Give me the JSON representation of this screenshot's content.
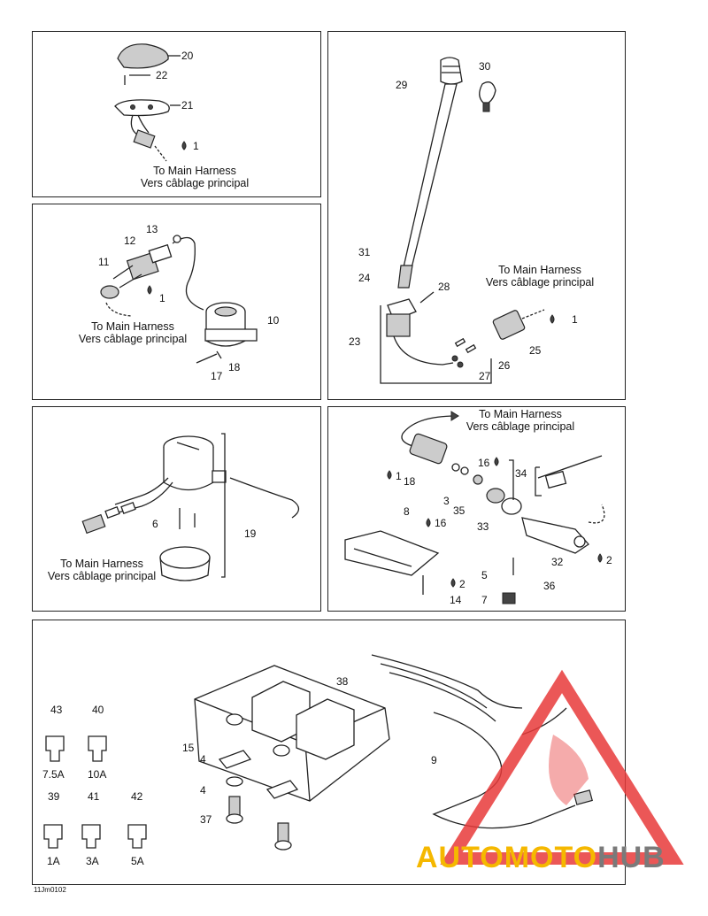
{
  "panels": {
    "p1": {
      "parts": [
        "20",
        "22",
        "21"
      ],
      "drop": "1",
      "note_en": "To Main Harness",
      "note_fr": "Vers câblage principal"
    },
    "p2": {
      "parts": [
        "13",
        "12",
        "11",
        "1",
        "10",
        "18",
        "17"
      ],
      "note_en": "To Main Harness",
      "note_fr": "Vers câblage principal"
    },
    "p3": {
      "parts": [
        "29",
        "30",
        "31",
        "24",
        "28",
        "23",
        "25",
        "26",
        "27"
      ],
      "drop": "1",
      "note_en": "To Main Harness",
      "note_fr": "Vers câblage principal"
    },
    "p4": {
      "parts": [
        "6",
        "19"
      ],
      "note_en": "To Main Harness",
      "note_fr": "Vers câblage principal"
    },
    "p5": {
      "parts": [
        "1",
        "18",
        "16",
        "3",
        "35",
        "34",
        "33",
        "8",
        "16",
        "32",
        "2",
        "5",
        "2",
        "36",
        "14",
        "7"
      ],
      "note_en": "To Main Harness",
      "note_fr": "Vers câblage principal"
    },
    "p6": {
      "parts": [
        "38",
        "15",
        "4",
        "4",
        "37",
        "9"
      ],
      "fuses": [
        {
          "num": "43",
          "rating": "7.5A"
        },
        {
          "num": "40",
          "rating": "10A"
        },
        {
          "num": "39",
          "rating": "1A"
        },
        {
          "num": "41",
          "rating": "3A"
        },
        {
          "num": "42",
          "rating": "5A"
        }
      ]
    }
  },
  "doc_code": "11Jm0102",
  "watermark": {
    "part1": "AUTOMOTO",
    "part2": "HUB",
    "color1": "#f5b800",
    "color2": "#7a7a7a",
    "logo_color": "#e83a3a"
  }
}
